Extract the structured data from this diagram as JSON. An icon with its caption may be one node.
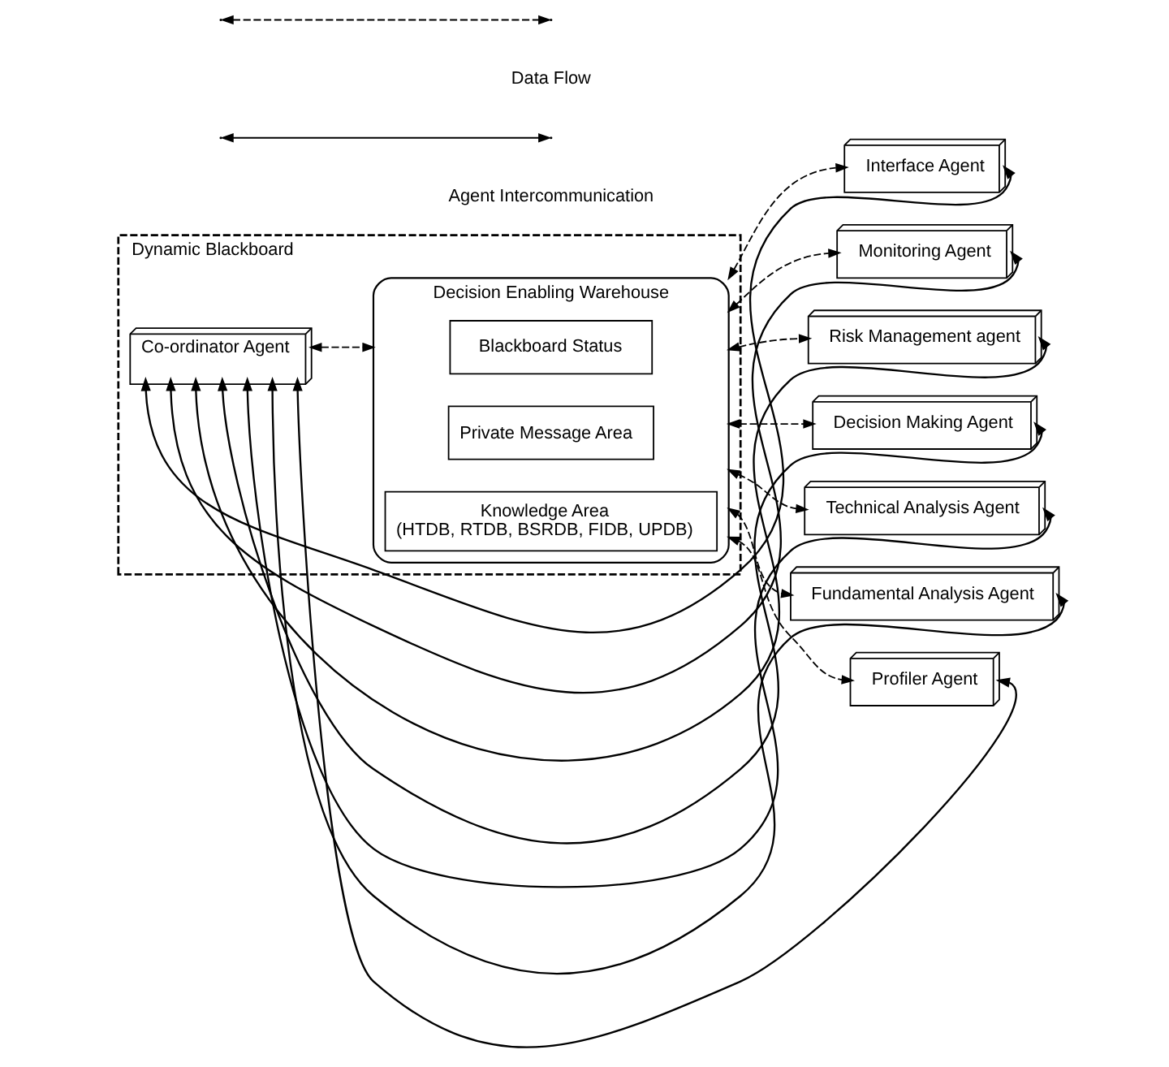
{
  "diagram": {
    "nodes": [
      {
        "text": [
          "Dynamic Blackboard"
        ]
      },
      {
        "text": [
          "Co-ordinator Agent"
        ],
        "in": 0
      },
      {
        "text": [
          "Decision Enabling Warehouse"
        ],
        "in": 0
      },
      {
        "text": [
          "Blackboard Status"
        ],
        "in": 2
      },
      {
        "text": [
          "Private Message Area"
        ],
        "in": 2
      },
      {
        "text": [
          "Knowledge Area",
          "(HTDB, RTDB, BSRDB, FIDB, UPDB)"
        ],
        "in": 2
      },
      {
        "text": [
          "Interface Agent"
        ]
      },
      {
        "text": [
          "Monitoring Agent"
        ]
      },
      {
        "text": [
          "Risk Management agent"
        ]
      },
      {
        "text": [
          "Decision Making Agent"
        ]
      },
      {
        "text": [
          "Technical Analysis Agent"
        ]
      },
      {
        "text": [
          "Fundamental Analysis Agent"
        ]
      },
      {
        "text": [
          "Profiler Agent"
        ]
      }
    ],
    "edges": [
      {
        "from": 1,
        "to": 2,
        "arrow": "both",
        "style": "dashed"
      },
      {
        "from": 2,
        "to": 6,
        "arrow": "both",
        "style": "dashed"
      },
      {
        "from": 2,
        "to": 7,
        "arrow": "both",
        "style": "dashed"
      },
      {
        "from": 2,
        "to": 8,
        "arrow": "both",
        "style": "dashed"
      },
      {
        "from": 2,
        "to": 9,
        "arrow": "both",
        "style": "dashed"
      },
      {
        "from": 2,
        "to": 10,
        "arrow": "both",
        "style": "dashed"
      },
      {
        "from": 2,
        "to": 11,
        "arrow": "both",
        "style": "dashed"
      },
      {
        "from": 2,
        "to": 12,
        "arrow": "both",
        "style": "dashed"
      },
      {
        "from": 6,
        "to": 1,
        "arrow": "both"
      },
      {
        "from": 7,
        "to": 1,
        "arrow": "both"
      },
      {
        "from": 8,
        "to": 1,
        "arrow": "both"
      },
      {
        "from": 9,
        "to": 1,
        "arrow": "both"
      },
      {
        "from": 10,
        "to": 1,
        "arrow": "both"
      },
      {
        "from": 11,
        "to": 1,
        "arrow": "both"
      },
      {
        "from": 12,
        "to": 1,
        "arrow": "both"
      }
    ],
    "legend": [
      {
        "text": "Data Flow"
      },
      {
        "text": "Agent Intercommunication"
      }
    ]
  }
}
